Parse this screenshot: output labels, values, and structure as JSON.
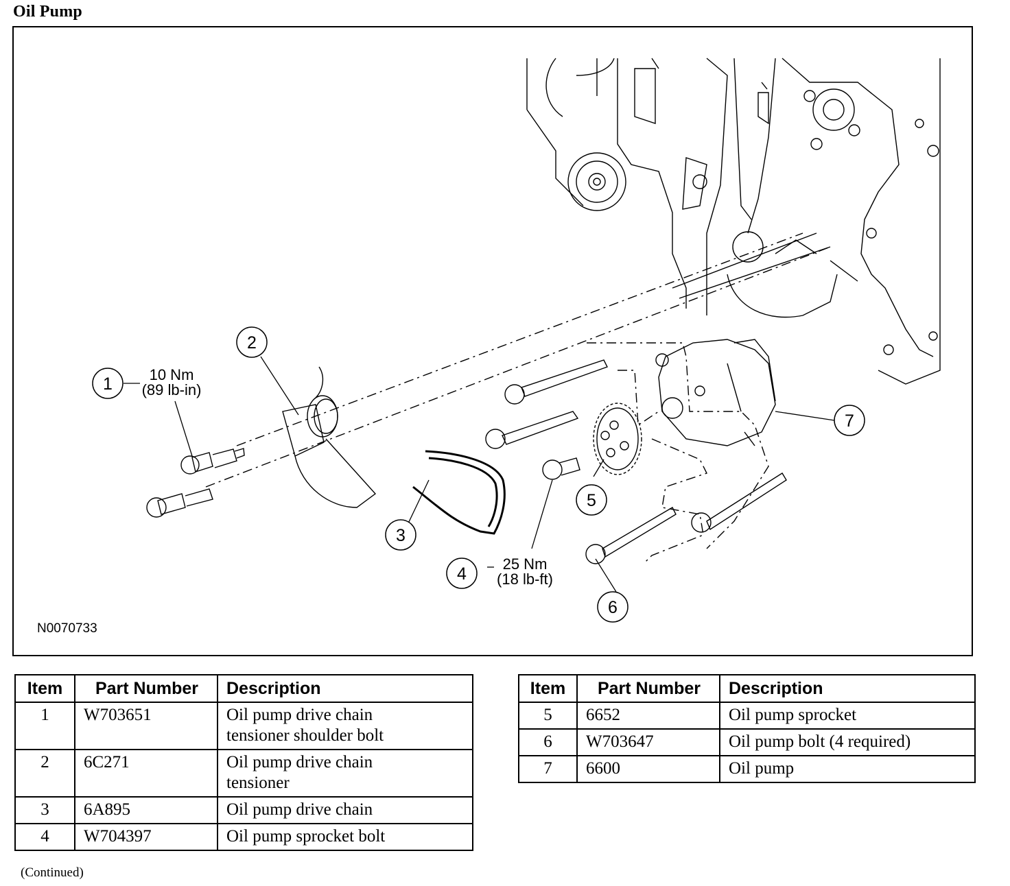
{
  "page": {
    "title": "Oil Pump",
    "continued_note": "(Continued)"
  },
  "figure": {
    "figure_id": "N0070733",
    "callouts": [
      {
        "number": "1",
        "part": "Oil pump drive chain tensioner shoulder bolt"
      },
      {
        "number": "2",
        "part": "Oil pump drive chain tensioner"
      },
      {
        "number": "3",
        "part": "Oil pump drive chain"
      },
      {
        "number": "4",
        "part": "Oil pump sprocket bolt"
      },
      {
        "number": "5",
        "part": "Oil pump sprocket"
      },
      {
        "number": "6",
        "part": "Oil pump bolt"
      },
      {
        "number": "7",
        "part": "Oil pump"
      }
    ],
    "torque_specs": [
      {
        "callout": "1",
        "metric": "10 Nm",
        "imperial": "(89 lb-in)"
      },
      {
        "callout": "4",
        "metric": "25 Nm",
        "imperial": "(18 lb-ft)"
      }
    ]
  },
  "parts_table": {
    "headers": {
      "item": "Item",
      "part_number": "Part Number",
      "description": "Description"
    },
    "left_rows": [
      {
        "item": "1",
        "part_number": "W703651",
        "description_line1": "Oil pump drive chain",
        "description_line2": "tensioner shoulder bolt"
      },
      {
        "item": "2",
        "part_number": "6C271",
        "description_line1": "Oil pump drive chain",
        "description_line2": "tensioner"
      },
      {
        "item": "3",
        "part_number": "6A895",
        "description_line1": "Oil pump drive chain",
        "description_line2": ""
      },
      {
        "item": "4",
        "part_number": "W704397",
        "description_line1": "Oil pump sprocket bolt",
        "description_line2": ""
      }
    ],
    "right_rows": [
      {
        "item": "5",
        "part_number": "6652",
        "description_line1": "Oil pump sprocket"
      },
      {
        "item": "6",
        "part_number": "W703647",
        "description_line1": "Oil pump bolt (4 required)"
      },
      {
        "item": "7",
        "part_number": "6600",
        "description_line1": "Oil pump"
      }
    ]
  }
}
